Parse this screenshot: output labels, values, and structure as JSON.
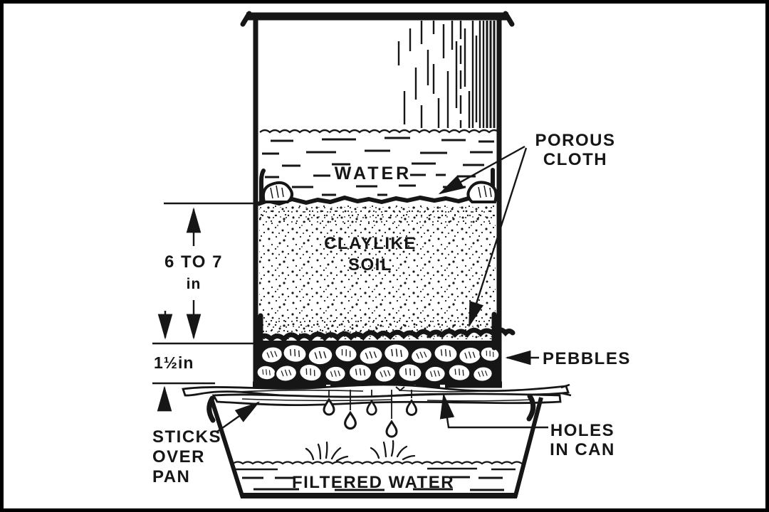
{
  "diagram": {
    "title": "Improvised water filter (can with soil and pebbles over pan)",
    "colors": {
      "ink": "#161616",
      "paper": "#ffffff"
    },
    "labels": {
      "water": "WATER",
      "porous_cloth_1": "POROUS",
      "porous_cloth_2": "CLOTH",
      "claylike_1": "CLAYLIKE",
      "claylike_2": "SOIL",
      "dim_main_1": "6 TO 7",
      "dim_main_2": "in",
      "dim_small": "1½in",
      "pebbles": "PEBBLES",
      "sticks_1": "STICKS",
      "sticks_2": "OVER",
      "sticks_3": "PAN",
      "holes_1": "HOLES",
      "holes_2": "IN CAN",
      "filtered_water": "FILTERED WATER"
    }
  }
}
